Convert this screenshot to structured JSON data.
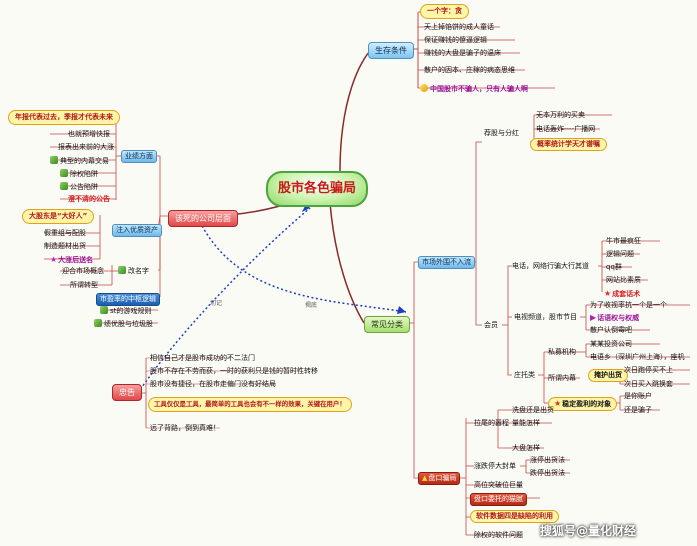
{
  "center": "股市各色骗局",
  "survival": {
    "title": "生存条件",
    "items": [
      "一个字：贪",
      "天上掉馅饼的成人童话",
      "保证赚钱的傻逼逻辑",
      "赚钱的大盘是骗子的温床",
      "散户的因本、庄稼的病态思维",
      "中国股市不骗人，只有人骗人啊"
    ]
  },
  "company": {
    "title": "该死的公司层面",
    "perf_title": "业绩方面",
    "perf_items": [
      "年报代表过去，季报才代表未来",
      "也就预增快报",
      "报表出来前的大涨",
      "典型的内幕交易",
      "除权陷阱",
      "公告陷阱",
      "澄不清的公告"
    ],
    "inject_title": "注入优质资产",
    "inject_items": [
      "大股东是“大好人”",
      "假重组与配股",
      "制造题材出货",
      "大涨后送名"
    ],
    "rename_title": "改名字",
    "rename_items": [
      "迎合市场概念",
      "所谓转型"
    ],
    "logic_title": "市盈率的中枢逻辑",
    "logic_items": [
      "st的游戏规则",
      "绩优股与垃圾股"
    ]
  },
  "advice": {
    "title": "忠告",
    "items": [
      "相信自己才是股市成功的不二法门",
      "股市不存在不劳而获，一时的获利只是钱的暂时性转移",
      "股市没有捷径，在股市走偏门没有好结局",
      "工具仅仅是工具，最简单的工具也会有不一样的效果，关键在用户！",
      "远了背路，倒到真难！"
    ]
  },
  "common": {
    "title": "常见分类",
    "outside": "市场外围不入流",
    "s1_title": "荐股与分红",
    "s1_items": [
      "无本万利的买卖",
      "电话轰炸----广播网",
      "概率统计学天才谱嘱"
    ],
    "member": "会员",
    "phone_title": "电话，网络行骗大行其道",
    "phone_items": [
      "牛市最疯狂",
      "逻辑问题",
      "qq群",
      "网站比素质",
      "成套话术"
    ],
    "tv_title": "电视频道，股市节目",
    "tv_items": [
      "为了收视率抗一个是一个",
      "话语权与权威",
      "散户认倒霉吧"
    ],
    "agent_title": "庄托类",
    "private_title": "私募机构",
    "private_items": [
      "某某投资公司",
      "电语乡（深圳广州上海），座机"
    ],
    "insider_title": "所谓内幕",
    "insider_items": [
      "掩护出货",
      "次日跑停买不上",
      "次日买入跳换套"
    ],
    "stable_title": "稳定盈利的对象",
    "stable_items": [
      "是你账户",
      "还是骗子"
    ],
    "inside": "盘口骗局",
    "tail_title": "拉尾的嚣程",
    "tail_items": [
      "洗盘还是出货",
      "量能怎样",
      "大盘怎样"
    ],
    "limit_title": "涨跌停大封单",
    "limit_items": [
      "涨停出货法",
      "跌停出货法"
    ],
    "other_items": [
      "高位突破位巨量",
      "盘口委托的猫腻",
      "软件数据四是缺陷的利用",
      "除权的软件问题"
    ]
  },
  "link_labels": [
    "切记",
    "揭底"
  ],
  "watermark": "搜狐号@量化财经"
}
